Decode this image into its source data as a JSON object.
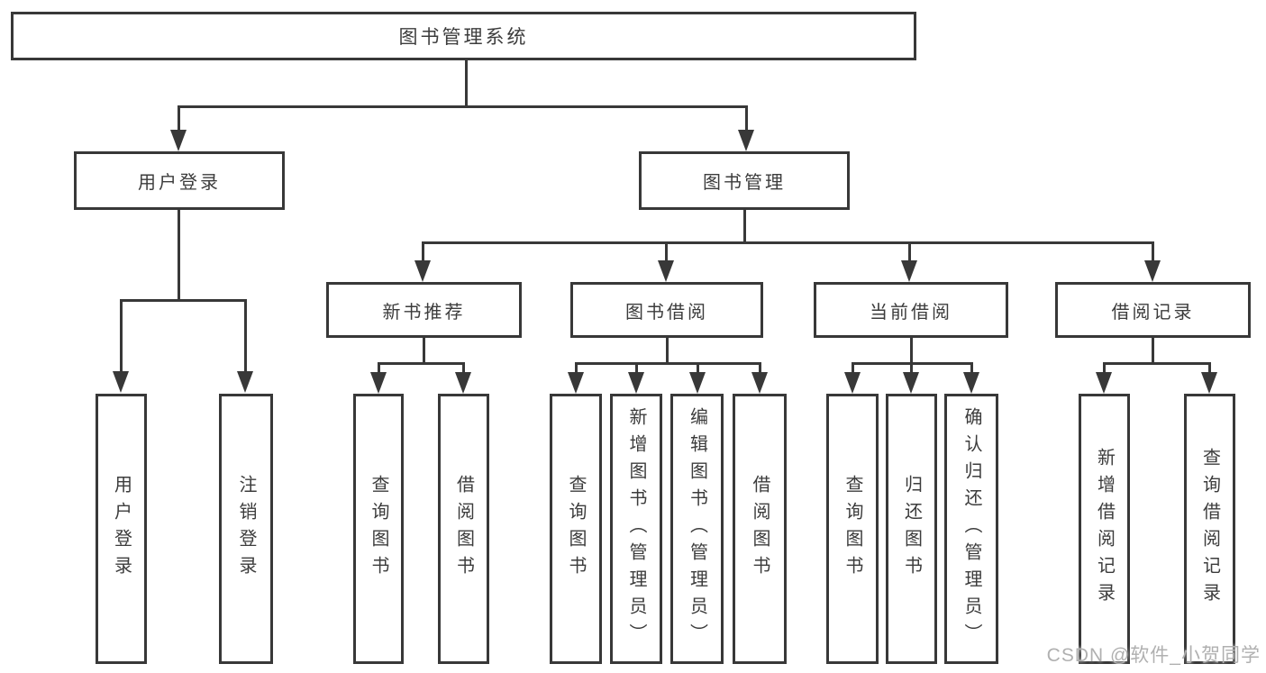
{
  "tree": {
    "label": "图书管理系统",
    "children": [
      {
        "label": "用户登录",
        "children": [
          {
            "label": "用户登录"
          },
          {
            "label": "注销登录"
          }
        ]
      },
      {
        "label": "图书管理",
        "children": [
          {
            "label": "新书推荐",
            "children": [
              {
                "label": "查询图书"
              },
              {
                "label": "借阅图书"
              }
            ]
          },
          {
            "label": "图书借阅",
            "children": [
              {
                "label": "查询图书"
              },
              {
                "label": "新增图书（管理员）"
              },
              {
                "label": "编辑图书（管理员）"
              },
              {
                "label": "借阅图书"
              }
            ]
          },
          {
            "label": "当前借阅",
            "children": [
              {
                "label": "查询图书"
              },
              {
                "label": "归还图书"
              },
              {
                "label": "确认归还（管理员）"
              }
            ]
          },
          {
            "label": "借阅记录",
            "children": [
              {
                "label": "新增借阅记录"
              },
              {
                "label": "查询借阅记录"
              }
            ]
          }
        ]
      }
    ]
  },
  "watermark": {
    "text": "CSDN @软件_小贺同学"
  },
  "style": {
    "line_color": "#383838",
    "text_color": "#3c3c3c",
    "watermark_color": "#b0b0b0",
    "background": "#ffffff"
  }
}
